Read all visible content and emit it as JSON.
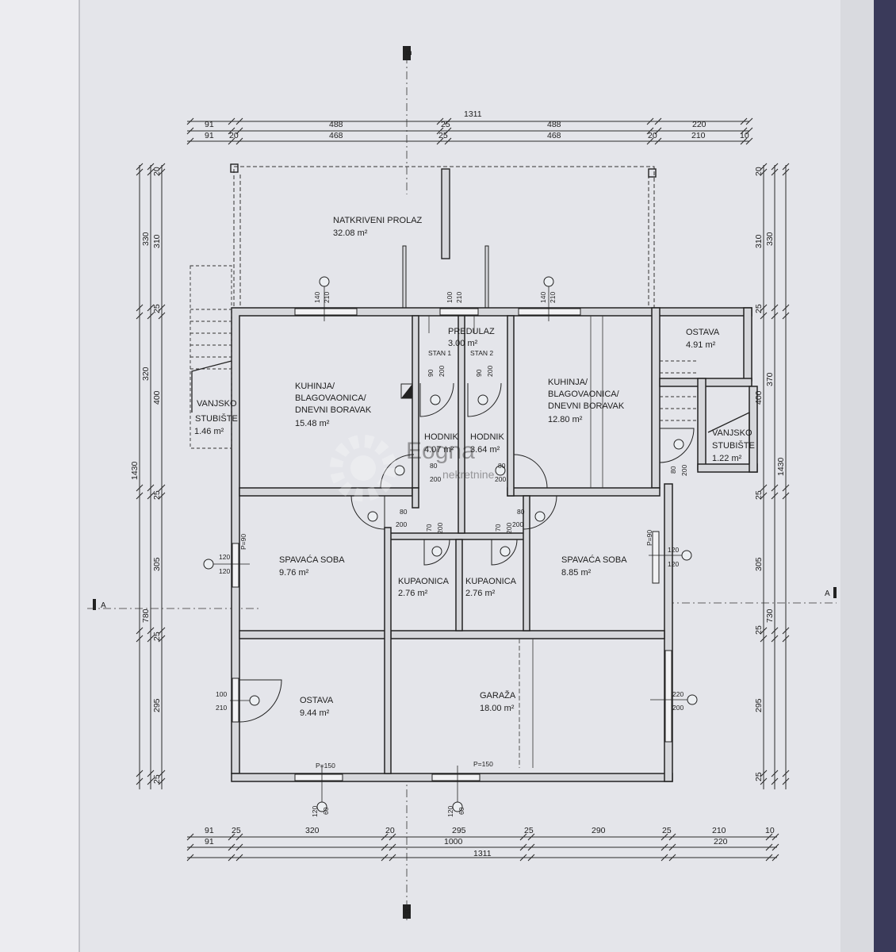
{
  "sheet_colors": {
    "paper": "#e7e8ec",
    "background": "#3a3a55",
    "ink": "#1e1e1e",
    "wall_fill": "#d6d7db"
  },
  "section_markers": {
    "top": "B",
    "bottom": "B",
    "left": "A",
    "right": "A"
  },
  "rooms": {
    "natkriveni": {
      "name": "NATKRIVENI PROLAZ",
      "area": "32.08 m²"
    },
    "predulaz": {
      "name": "PREDULAZ",
      "area": "3.00 m²"
    },
    "kuhinja_l": {
      "line1": "KUHINJA/",
      "line2": "BLAGOVAONICA/",
      "line3": "DNEVNI BORAVAK",
      "area": "15.48 m²"
    },
    "kuhinja_r": {
      "line1": "KUHINJA/",
      "line2": "BLAGOVAONICA/",
      "line3": "DNEVNI BORAVAK",
      "area": "12.80 m²"
    },
    "ostava_tr": {
      "name": "OSTAVA",
      "area": "4.91 m²"
    },
    "vanjsko_l": {
      "line1": "VANJSKO",
      "line2": "STUBIŠTE",
      "area": "1.46 m²"
    },
    "vanjsko_r": {
      "line1": "VANJSKO",
      "line2": "STUBIŠTE",
      "area": "1.22 m²"
    },
    "hodnik_l": {
      "name": "HODNIK",
      "area": "4.07 m²"
    },
    "hodnik_r": {
      "name": "HODNIK",
      "area": "3.64 m²"
    },
    "spavaca_l": {
      "name": "SPAVAĆA SOBA",
      "area": "9.76 m²"
    },
    "spavaca_r": {
      "name": "SPAVAĆA SOBA",
      "area": "8.85 m²"
    },
    "kupaonica_l": {
      "name": "KUPAONICA",
      "area": "2.76 m²"
    },
    "kupaonica_r": {
      "name": "KUPAONICA",
      "area": "2.76 m²"
    },
    "ostava_b": {
      "name": "OSTAVA",
      "area": "9.44 m²"
    },
    "garaza": {
      "name": "GARAŽA",
      "area": "18.00 m²"
    }
  },
  "stan_labels": {
    "stan1": "STAN 1",
    "stan2": "STAN 2"
  },
  "dims_top": {
    "total": "1311",
    "row1": [
      "91",
      "488",
      "25",
      "488",
      "220"
    ],
    "row2": [
      "91",
      "20",
      "468",
      "25",
      "468",
      "20",
      "210",
      "10"
    ]
  },
  "dims_bottom": {
    "row1": [
      "91",
      "25",
      "320",
      "20",
      "295",
      "25",
      "290",
      "25",
      "210",
      "10"
    ],
    "row2": [
      "91",
      "1000",
      "220"
    ],
    "total": "1311"
  },
  "dims_left": {
    "inner": [
      "20",
      "310",
      "25",
      "400",
      "25",
      "305",
      "25",
      "295",
      "25"
    ],
    "outer": [
      "330",
      "320",
      "780"
    ],
    "total": "1430"
  },
  "dims_right": {
    "inner": [
      "20",
      "310",
      "25",
      "400",
      "25",
      "305",
      "25",
      "295",
      "25"
    ],
    "outer": [
      "330",
      "370",
      "730"
    ],
    "total": "1430"
  },
  "openings": {
    "w_kl_a": "140",
    "w_kl_b": "210",
    "w_pre_a": "100",
    "w_pre_b": "210",
    "w_kr_a": "140",
    "w_kr_b": "210",
    "d_stan1_a": "90",
    "d_stan1_b": "200",
    "d_stan2_a": "90",
    "d_stan2_b": "200",
    "d_hl_a": "80",
    "d_hl_b": "200",
    "d_hr_a": "80",
    "d_hr_b": "200",
    "d_sl_a": "80",
    "d_sl_b": "200",
    "d_sr_a": "80",
    "d_sr_b": "200",
    "d_kupl_a": "70",
    "d_kupl_b": "200",
    "d_kupr_a": "70",
    "d_kupr_b": "200",
    "d_vr_a": "80",
    "d_vr_b": "200",
    "w_sl_a": "120",
    "w_sl_b": "120",
    "w_sr_a": "120",
    "w_sr_b": "120",
    "p_sl": "P=90",
    "p_sr": "P=90",
    "d_ost_a": "100",
    "d_ost_b": "210",
    "w_gar_a": "220",
    "w_gar_b": "200",
    "w_ostb_a": "120",
    "w_ostb_b": "60",
    "w_garb_a": "120",
    "w_garb_b": "60",
    "p_ostb": "P=150",
    "p_garb": "P=150"
  },
  "watermark": {
    "name": "Eogna",
    "sub": "nekretnine"
  }
}
